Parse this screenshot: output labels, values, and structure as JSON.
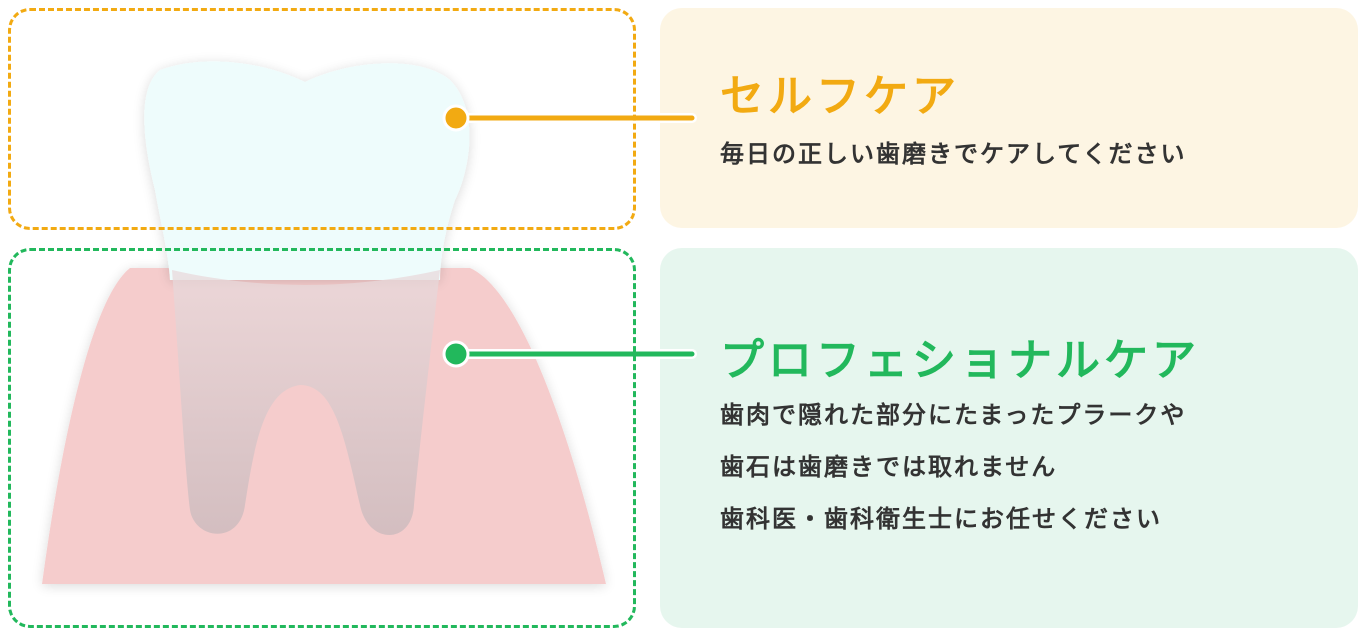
{
  "self_care": {
    "title": "セルフケア",
    "description": "毎日の正しい歯磨きでケアしてください",
    "color": "#f2aa12"
  },
  "professional_care": {
    "title": "プロフェショナルケア",
    "lines": [
      "歯肉で隠れた部分にたまったプラークや",
      "歯石は歯磨きでは取れません",
      "歯科医・歯科衛生士にお任せください"
    ],
    "color": "#22b85c"
  }
}
